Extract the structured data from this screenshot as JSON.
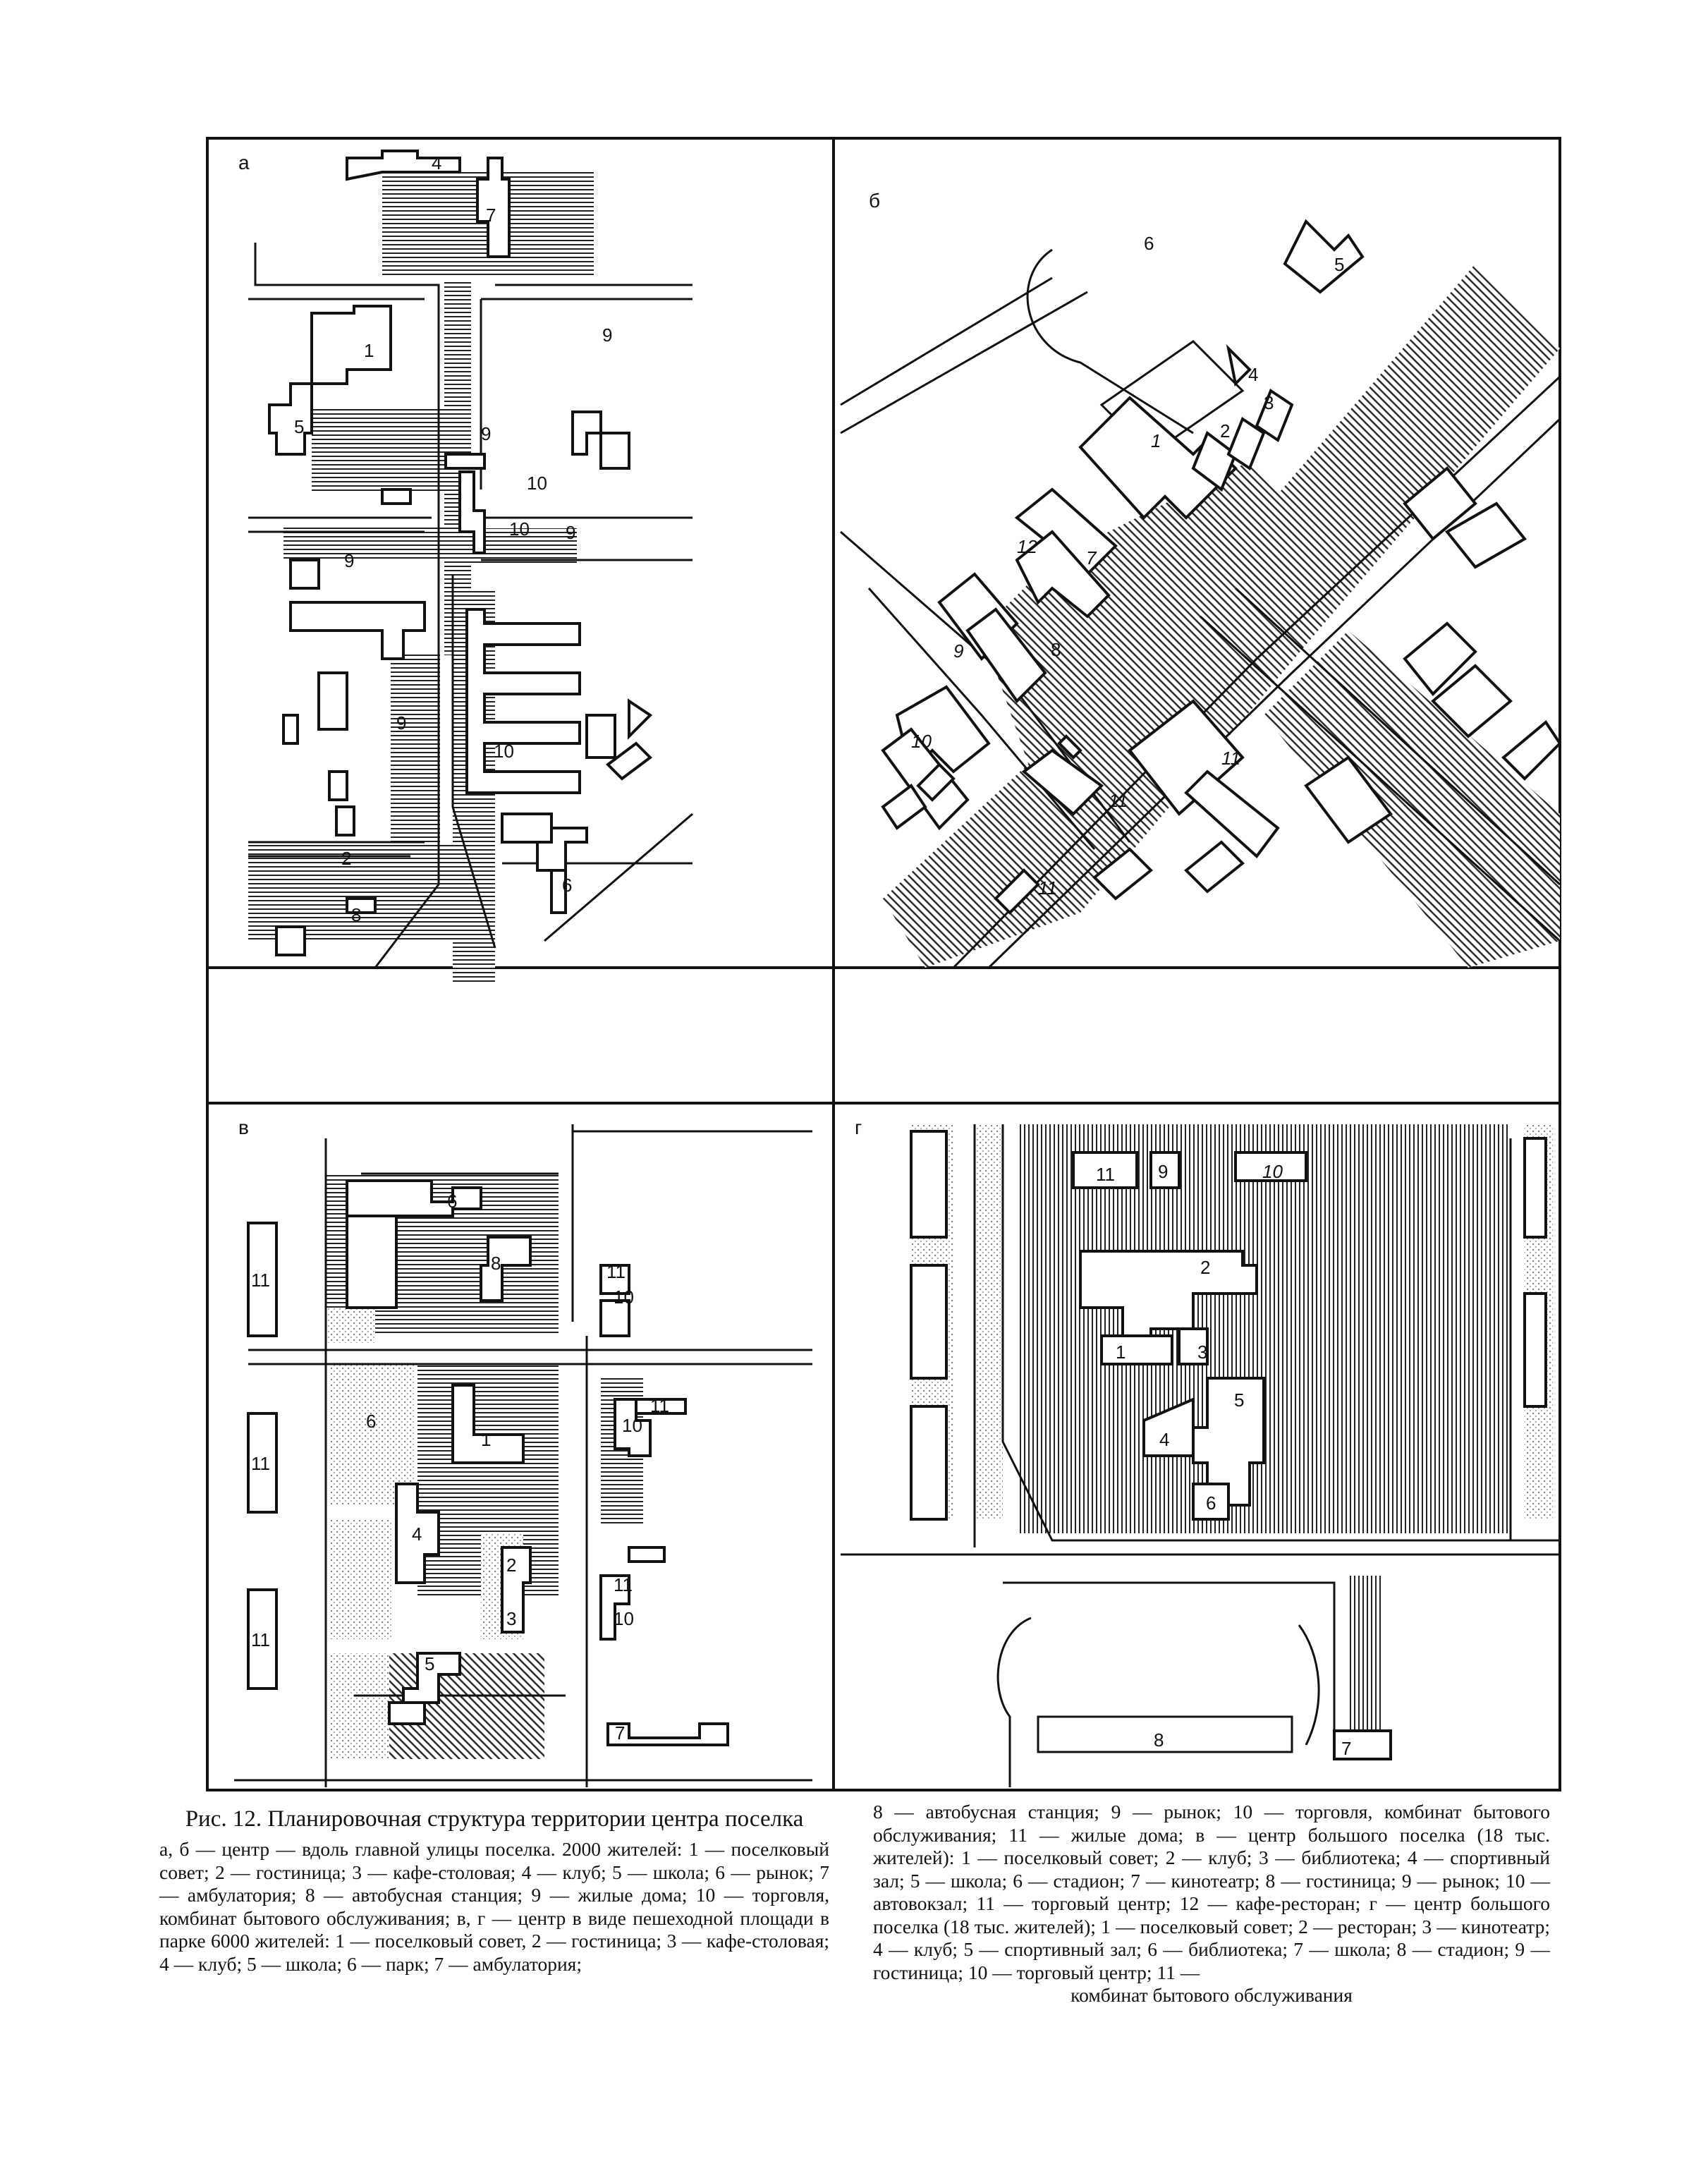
{
  "panels": {
    "a": {
      "letter": "а",
      "labels": [
        "1",
        "2",
        "4",
        "5",
        "6",
        "7",
        "8",
        "9",
        "9",
        "9",
        "9",
        "9",
        "10",
        "10",
        "10"
      ]
    },
    "b": {
      "letter": "б",
      "labels": [
        "1",
        "2",
        "3",
        "4",
        "5",
        "6",
        "7",
        "8",
        "9",
        "10",
        "11",
        "11",
        "11",
        "12"
      ]
    },
    "v": {
      "letter": "в",
      "labels": [
        "1",
        "2",
        "3",
        "4",
        "5",
        "6",
        "6",
        "7",
        "8",
        "10",
        "10",
        "10",
        "11",
        "11",
        "11",
        "11",
        "11",
        "11"
      ]
    },
    "g": {
      "letter": "г",
      "labels": [
        "1",
        "2",
        "3",
        "4",
        "5",
        "6",
        "7",
        "8",
        "9",
        "10",
        "11"
      ]
    }
  },
  "caption": {
    "title": "Рис. 12. Планировочная структура территории центра поселка",
    "left_body": "а, б — центр — вдоль главной улицы поселка. 2000 жителей: 1 — поселковый совет; 2 — гостиница; 3 — кафе-столовая; 4 — клуб; 5 — школа; 6 — рынок; 7 — амбулатория; 8 — автобусная станция; 9 — жилые дома; 10 — торговля, комбинат бытового обслуживания; в, г — центр в виде пешеходной площади в парке 6000 жителей: 1 — поселковый совет, 2 — гостиница; 3 — кафе-столовая; 4 — клуб; 5 — школа; 6 — парк; 7 — амбулатория;",
    "right_body": "8 — автобусная станция; 9 — рынок; 10 — торговля, комбинат бытового обслуживания; 11 — жилые дома; в — центр большого поселка (18 тыс. жителей): 1 — поселковый совет; 2 — клуб; 3 — библиотека; 4 — спортивный зал; 5 — школа; 6 — стадион; 7 — кинотеатр; 8 — гостиница; 9 — рынок; 10 — автовокзал; 11 — торговый центр; 12 — кафе-ресторан; г — центр большого поселка (18 тыс. жителей); 1 — поселковый совет; 2 — ресторан; 3 — кинотеатр; 4 — клуб; 5 — спортивный зал; 6 — библиотека; 7 — школа; 8 — стадион; 9 — гостиница; 10 — торговый центр; 11 —",
    "right_tail": "комбинат бытового обслуживания"
  }
}
